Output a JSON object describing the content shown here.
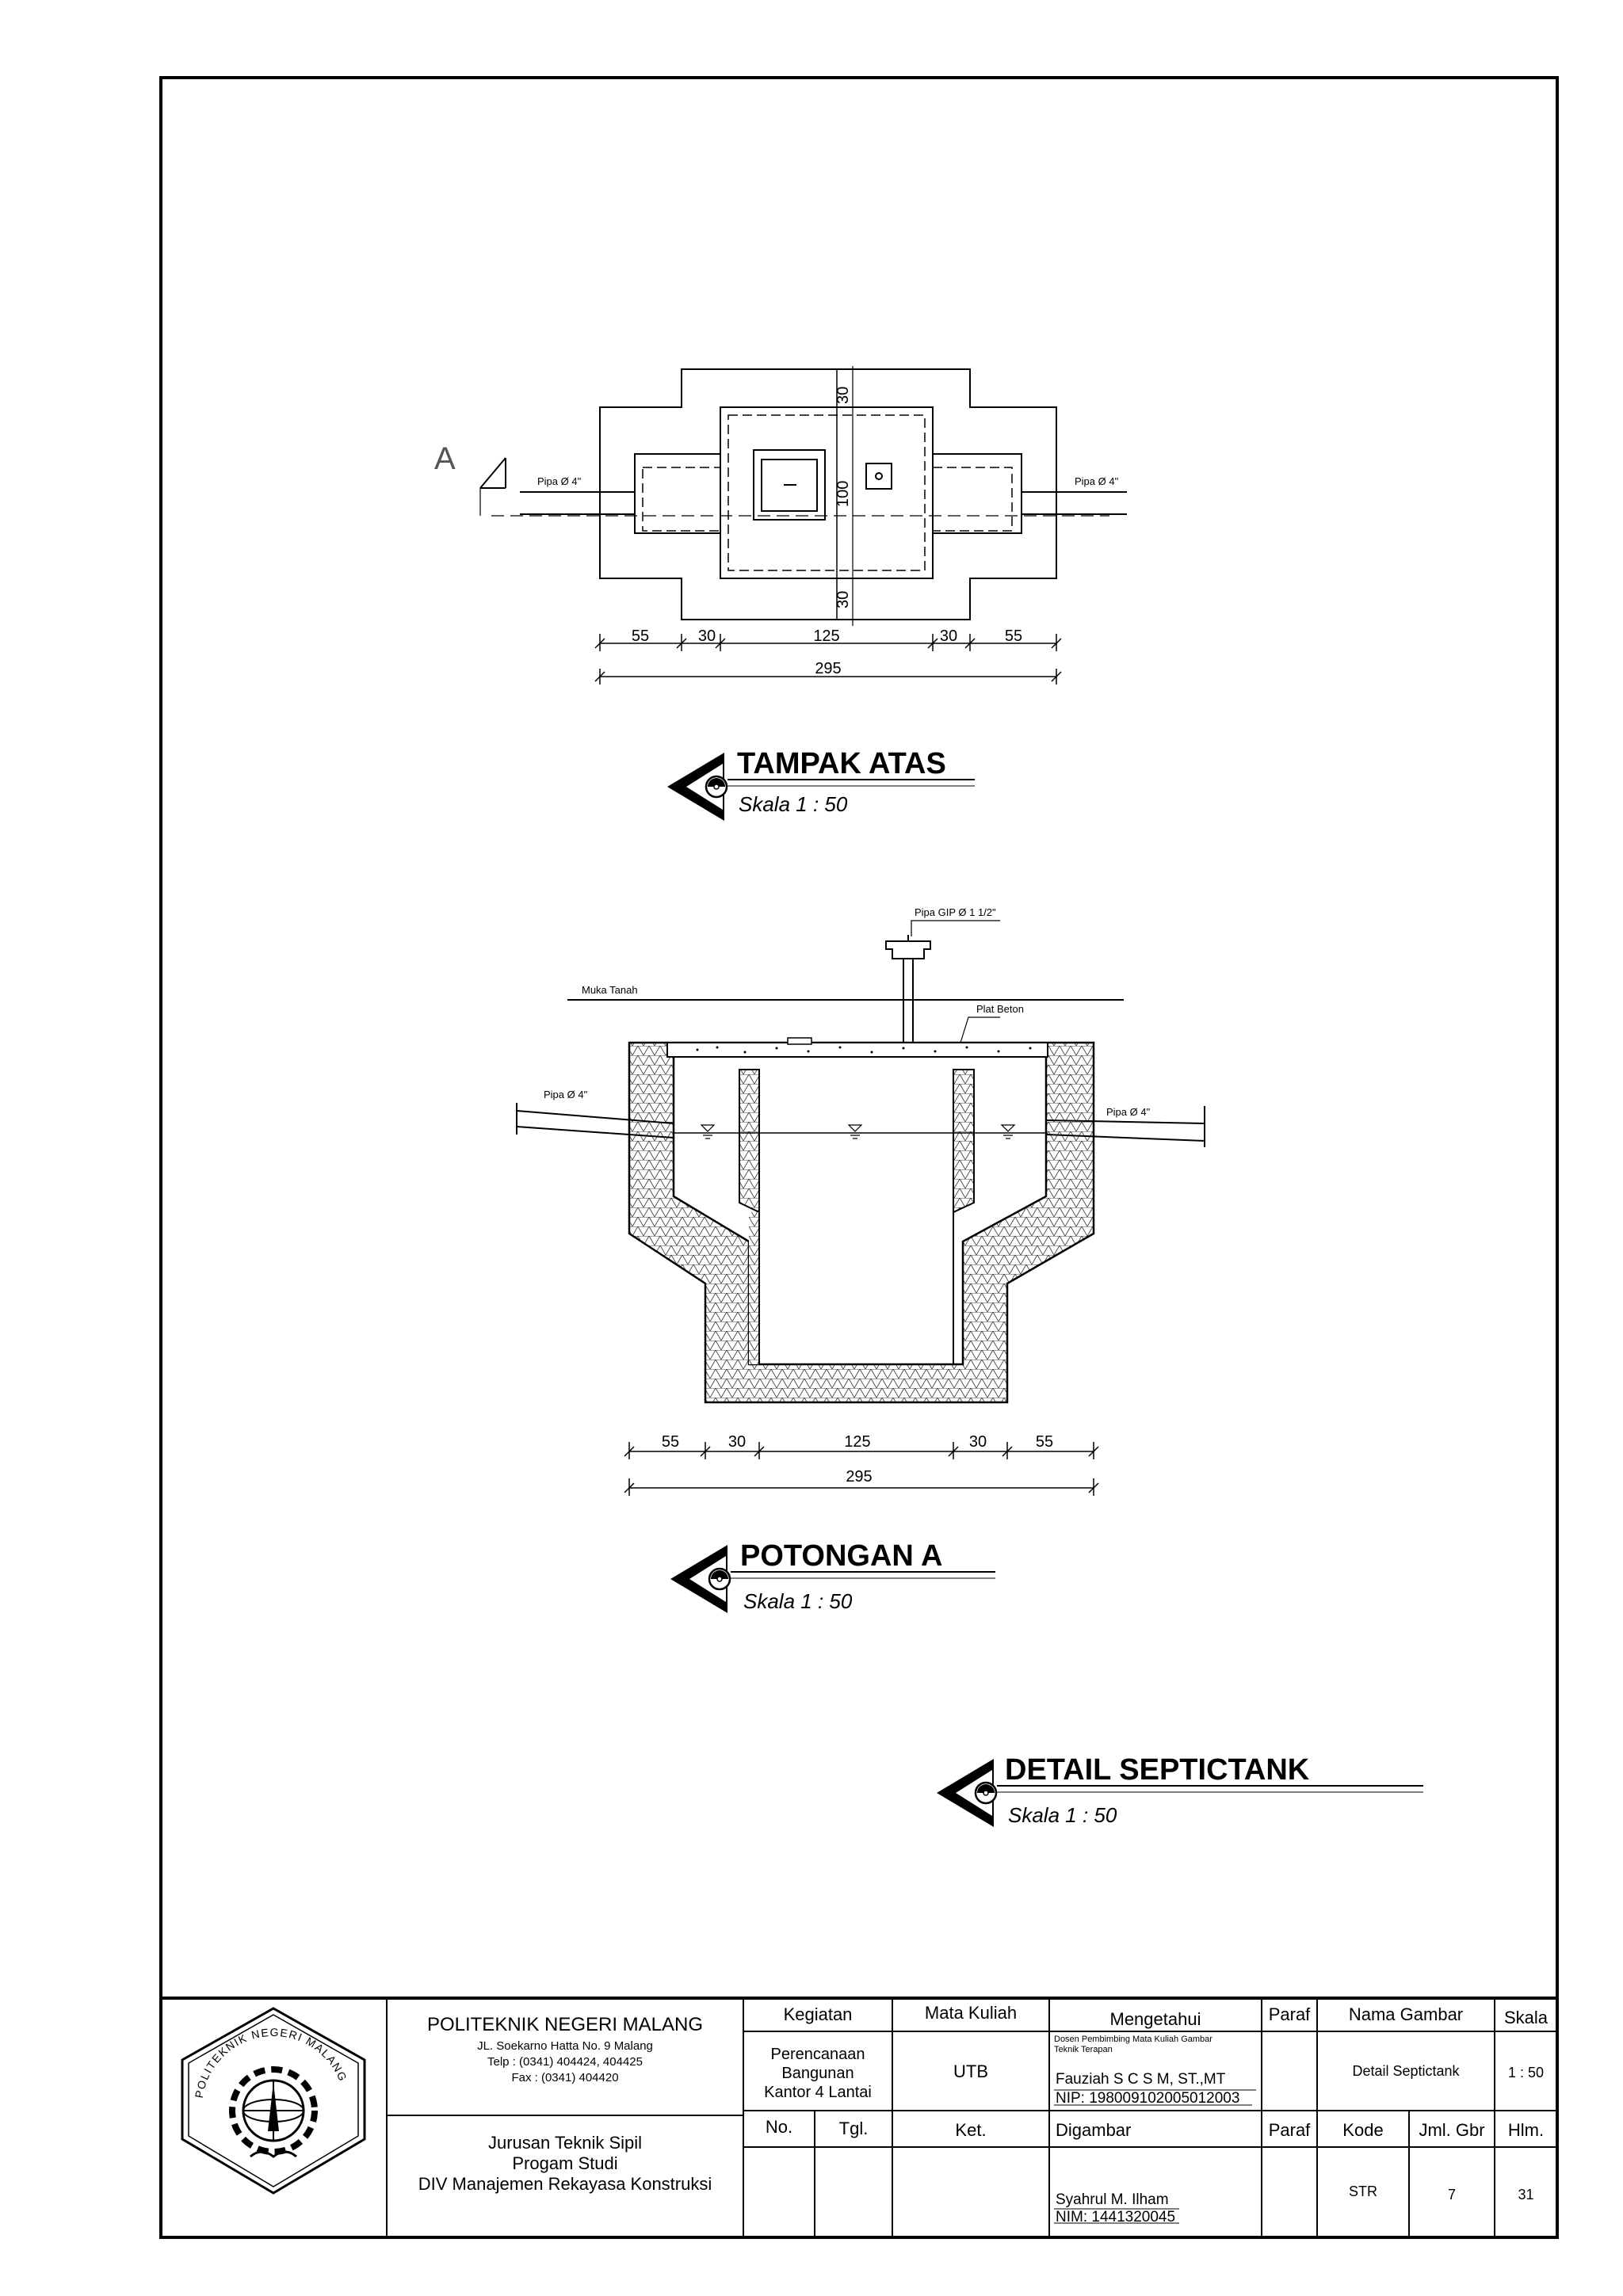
{
  "drawing": {
    "top_view": {
      "title": "TAMPAK ATAS",
      "scale": "Skala  1 : 50",
      "section_marker": "A",
      "pipe_left": "Pipa Ø 4\"",
      "pipe_right": "Pipa Ø 4\"",
      "dim_v_top": "30",
      "dim_v_mid": "100",
      "dim_v_bot": "30",
      "dims_h": [
        "55",
        "30",
        "125",
        "30",
        "55"
      ],
      "dim_total": "295"
    },
    "section_a": {
      "title": "POTONGAN A",
      "scale": "Skala  1 : 50",
      "pipe_gip": "Pipa GIP Ø 1 1/2\"",
      "ground_label": "Muka Tanah",
      "slab_label": "Plat Beton",
      "pipe_left": "Pipa Ø 4\"",
      "pipe_right": "Pipa Ø 4\"",
      "dims_h": [
        "55",
        "30",
        "125",
        "30",
        "55"
      ],
      "dim_total": "295"
    },
    "detail": {
      "title": "DETAIL SEPTICTANK",
      "scale": "Skala  1 : 50"
    }
  },
  "title_block": {
    "logo_text": "POLITEKNIK NEGERI MALANG",
    "institution": "POLITEKNIK NEGERI MALANG",
    "address": "JL. Soekarno Hatta No. 9 Malang",
    "phone": "Telp : (0341) 404424, 404425",
    "fax": "Fax : (0341) 404420",
    "department": "Jurusan Teknik Sipil",
    "program_label": "Progam Studi",
    "program": "DIV Manajemen Rekayasa Konstruksi",
    "kegiatan_header": "Kegiatan",
    "kegiatan_lines": [
      "Perencanaan",
      "Bangunan",
      "Kantor 4 Lantai"
    ],
    "mata_kuliah_header": "Mata Kuliah",
    "mata_kuliah": "UTB",
    "mengetahui_header": "Mengetahui",
    "supervisor_role_lines": [
      "Dosen Pembimbing Mata Kuliah Gambar",
      "Teknik Terapan"
    ],
    "supervisor_name": "Fauziah S C S M, ST.,MT",
    "supervisor_nip": "NIP: 198009102005012003",
    "paraf_header_1": "Paraf",
    "nama_gambar_header": "Nama Gambar",
    "nama_gambar": "Detail Septictank",
    "skala_header": "Skala",
    "skala": "1 : 50",
    "no_header": "No.",
    "tgl_header": "Tgl.",
    "ket_header": "Ket.",
    "digambar_header": "Digambar",
    "paraf_header_2": "Paraf",
    "kode_header": "Kode",
    "jml_header": "Jml. Gbr",
    "hlm_header": "Hlm.",
    "drawer_name": "Syahrul M. Ilham",
    "drawer_nim": "NIM: 1441320045",
    "kode": "STR",
    "jml": "7",
    "hlm": "31"
  }
}
